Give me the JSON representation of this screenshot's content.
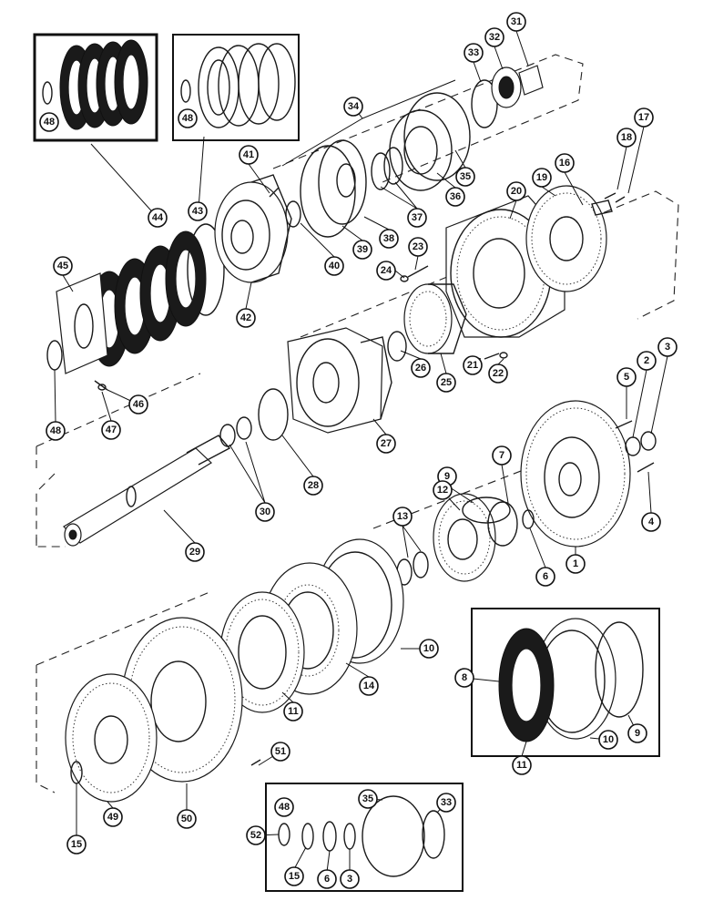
{
  "diagram": {
    "callouts": [
      "1",
      "2",
      "3",
      "4",
      "5",
      "6",
      "7",
      "8",
      "9",
      "10",
      "11",
      "12",
      "13",
      "14",
      "15",
      "16",
      "17",
      "18",
      "19",
      "20",
      "21",
      "22",
      "23",
      "24",
      "25",
      "26",
      "27",
      "28",
      "29",
      "30",
      "31",
      "32",
      "33",
      "34",
      "35",
      "36",
      "37",
      "38",
      "39",
      "40",
      "41",
      "42",
      "43",
      "44",
      "45",
      "46",
      "47",
      "48",
      "49",
      "50",
      "51",
      "52"
    ],
    "inset_top_left": {
      "callouts": [
        "48"
      ]
    },
    "inset_top_mid": {
      "callouts": [
        "48"
      ]
    },
    "inset_right": {
      "callouts": [
        "8",
        "11",
        "10",
        "9"
      ]
    },
    "inset_bottom": {
      "callouts": [
        "48",
        "35",
        "33",
        "52",
        "15",
        "6",
        "3"
      ]
    },
    "colors": {
      "ink": "#111111",
      "paper": "#ffffff"
    }
  }
}
